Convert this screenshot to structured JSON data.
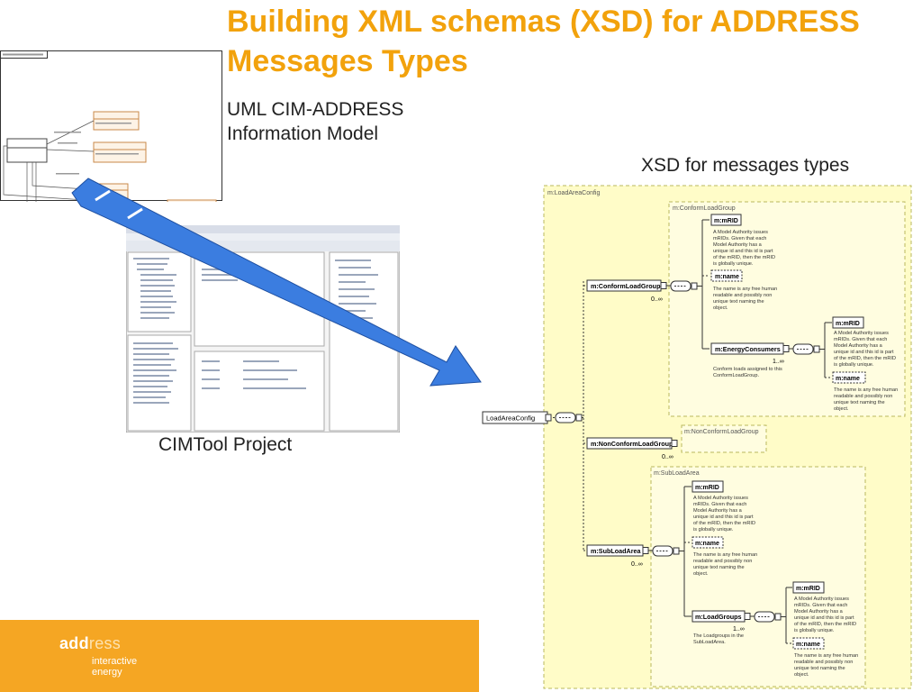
{
  "slide": {
    "title": "Building XML schemas (XSD) for ADDRESS Messages Types",
    "title_line1": "Building XML schemas (XSD) for ADDRESS",
    "title_line2": "Messages Types",
    "subtitle_line1": "UML CIM-ADDRESS",
    "subtitle_line2": "Information Model",
    "xsd_caption": "XSD for messages types",
    "cimtool_caption": "CIMTool Project",
    "title_color": "#f2a20c",
    "footer_color": "#f5a623",
    "arrow_color": "#3b7de0"
  },
  "logo": {
    "brand_part1": "add",
    "brand_part2": "ress",
    "tag_line1": "interactive",
    "tag_line2": "energy"
  },
  "xsd": {
    "root": "LoadAreaConfig",
    "outer_box": "m:LoadAreaConfig",
    "conform_group_box": "m:ConformLoadGroup",
    "conform_element": "m:ConformLoadGroup",
    "conform_card": "0..∞",
    "nonconform_group_box": "m:NonConformLoadGroup",
    "nonconform_element": "m:NonConformLoadGroup",
    "nonconform_card": "0..∞",
    "subload_group_box": "m:SubLoadArea",
    "subload_element": "m:SubLoadArea",
    "subload_card": "0..∞",
    "mrid": "m:mRID",
    "name": "m:name",
    "energy_consumers": "m:EnergyConsumers",
    "energy_card": "1..∞",
    "load_groups": "m:LoadGroups",
    "load_groups_card": "1..∞",
    "mrid_doc": [
      "A Model Authority issues",
      "mRIDs. Given that each",
      "Model Authority has a",
      "unique id and this id is part",
      "of the mRID, then the mRID",
      "is globally unique."
    ],
    "name_doc": [
      "The name is any free human",
      "readable and possibly non",
      "unique text naming the",
      "object."
    ],
    "energy_doc": [
      "Conform loads assigned to this",
      "ConformLoadGroup."
    ],
    "load_groups_doc": [
      "The Loadgroups in the",
      "SubLoadArea."
    ]
  }
}
